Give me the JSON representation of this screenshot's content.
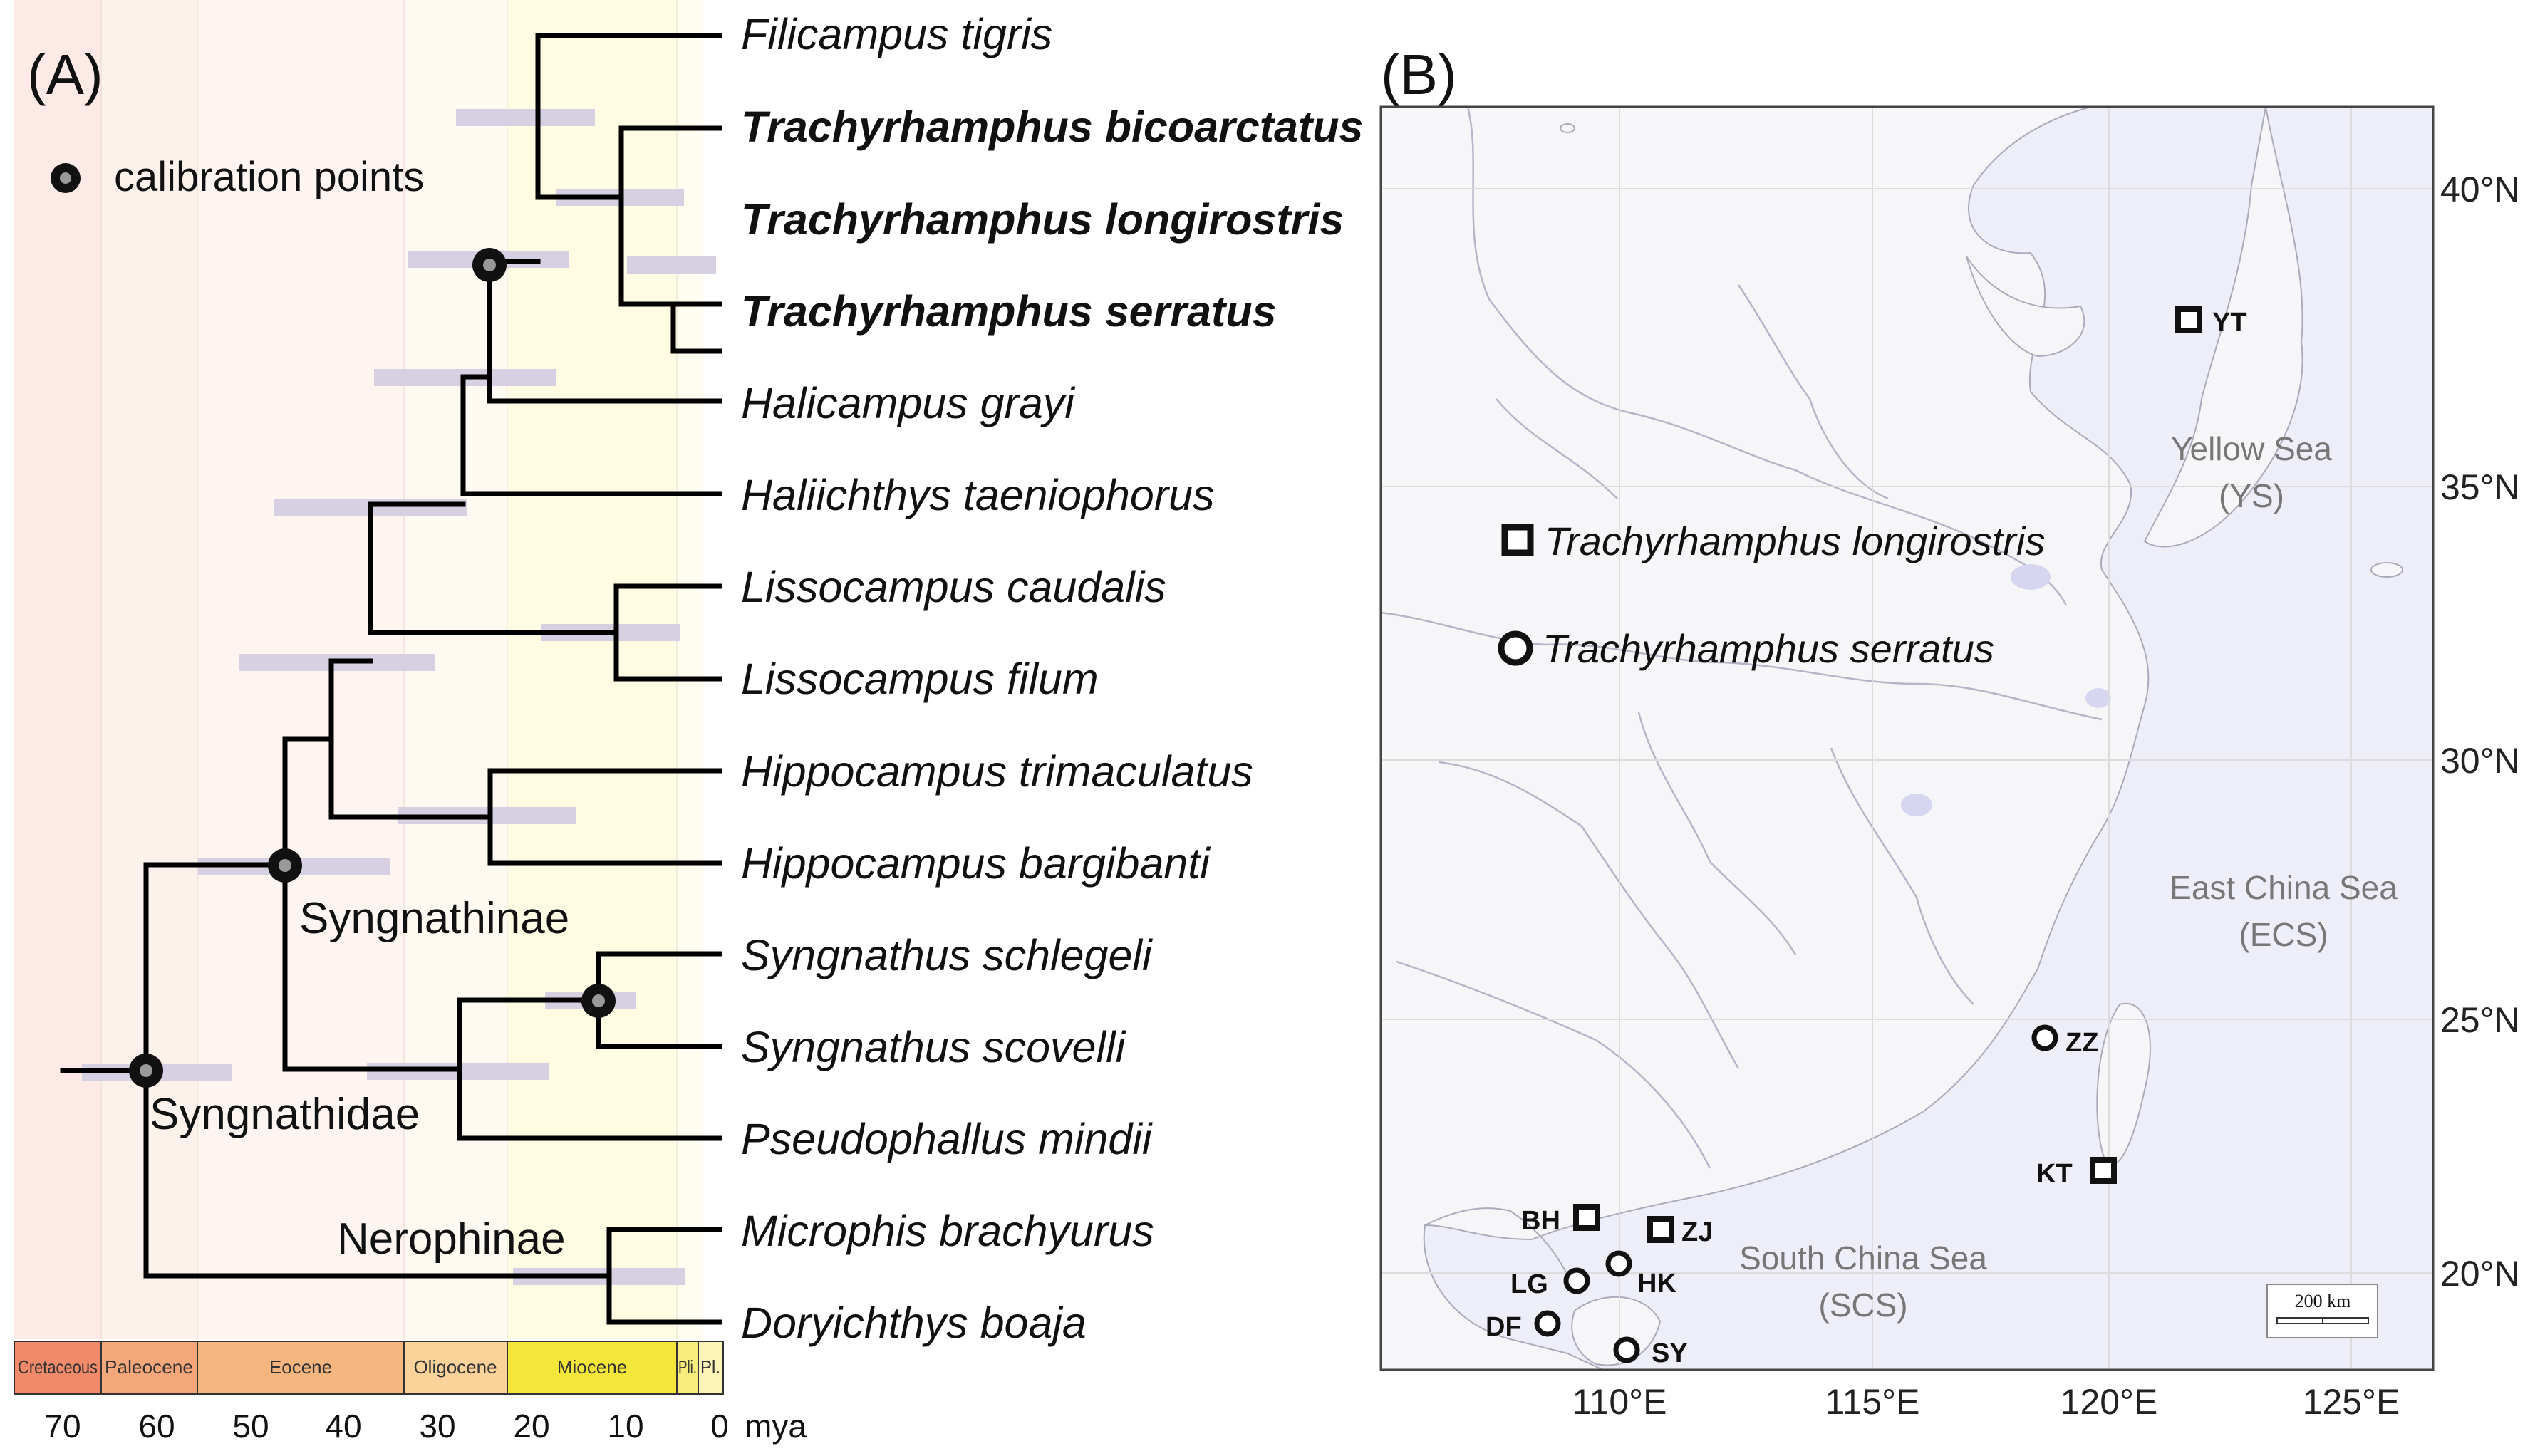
{
  "panel_a": {
    "label": "(A)",
    "legend_label": "calibration points",
    "taxa": [
      {
        "name": "Filicampus tigris",
        "bold": false
      },
      {
        "name": "Trachyrhamphus bicoarctatus",
        "bold": true
      },
      {
        "name": "Trachyrhamphus longirostris",
        "bold": true
      },
      {
        "name": "Trachyrhamphus serratus",
        "bold": true
      },
      {
        "name": "Halicampus grayi",
        "bold": false
      },
      {
        "name": "Haliichthys taeniophorus",
        "bold": false
      },
      {
        "name": "Lissocampus caudalis",
        "bold": false
      },
      {
        "name": "Lissocampus filum",
        "bold": false
      },
      {
        "name": "Hippocampus trimaculatus",
        "bold": false
      },
      {
        "name": "Hippocampus bargibanti",
        "bold": false
      },
      {
        "name": "Syngnathus schlegeli",
        "bold": false
      },
      {
        "name": "Syngnathus scovelli",
        "bold": false
      },
      {
        "name": "Pseudophallus mindii",
        "bold": false
      },
      {
        "name": "Microphis brachyurus",
        "bold": false
      },
      {
        "name": "Doryichthys boaja",
        "bold": false
      }
    ],
    "clade_labels": {
      "syngnathinae": "Syngnathinae",
      "syngnathidae": "Syngnathidae",
      "nerophinae": "Nerophinae"
    },
    "epochs": [
      {
        "name": "Cretaceous",
        "start": 75,
        "end": 66,
        "color": "#f08a6a"
      },
      {
        "name": "Paleocene",
        "start": 66,
        "end": 56,
        "color": "#f3a77a"
      },
      {
        "name": "Eocene",
        "start": 56,
        "end": 33.9,
        "color": "#f5b57f"
      },
      {
        "name": "Oligocene",
        "start": 33.9,
        "end": 23,
        "color": "#fbd29a"
      },
      {
        "name": "Miocene",
        "start": 23,
        "end": 5.3,
        "color": "#f5e63a"
      },
      {
        "name": "Pli.",
        "start": 5.3,
        "end": 2.6,
        "color": "#f7ec7c"
      },
      {
        "name": "Pl.",
        "start": 2.6,
        "end": 0,
        "color": "#fbf3b8"
      }
    ],
    "axis_ticks": [
      "70",
      "60",
      "50",
      "40",
      "30",
      "20",
      "10",
      "0"
    ],
    "axis_unit": "mya"
  },
  "panel_b": {
    "label": "(B)",
    "lat_labels": [
      "40°N",
      "35°N",
      "30°N",
      "25°N",
      "20°N"
    ],
    "lon_labels": [
      "110°E",
      "115°E",
      "120°E",
      "125°E"
    ],
    "seas": {
      "yellow_sea": "Yellow Sea",
      "yellow_sea_abbr": "(YS)",
      "east_china_sea": "East China Sea",
      "east_china_sea_abbr": "(ECS)",
      "south_china_sea": "South China Sea",
      "south_china_sea_abbr": "(SCS)"
    },
    "legend": {
      "square_label": "Trachyrhamphus longirostris",
      "circle_label": "Trachyrhamphus serratus"
    },
    "sites": [
      {
        "code": "YT",
        "marker": "square"
      },
      {
        "code": "ZZ",
        "marker": "circle"
      },
      {
        "code": "KT",
        "marker": "square"
      },
      {
        "code": "BH",
        "marker": "square"
      },
      {
        "code": "ZJ",
        "marker": "square"
      },
      {
        "code": "HK",
        "marker": "circle"
      },
      {
        "code": "LG",
        "marker": "circle"
      },
      {
        "code": "DF",
        "marker": "circle"
      },
      {
        "code": "SY",
        "marker": "circle"
      }
    ],
    "scale_bar": "200 km"
  }
}
